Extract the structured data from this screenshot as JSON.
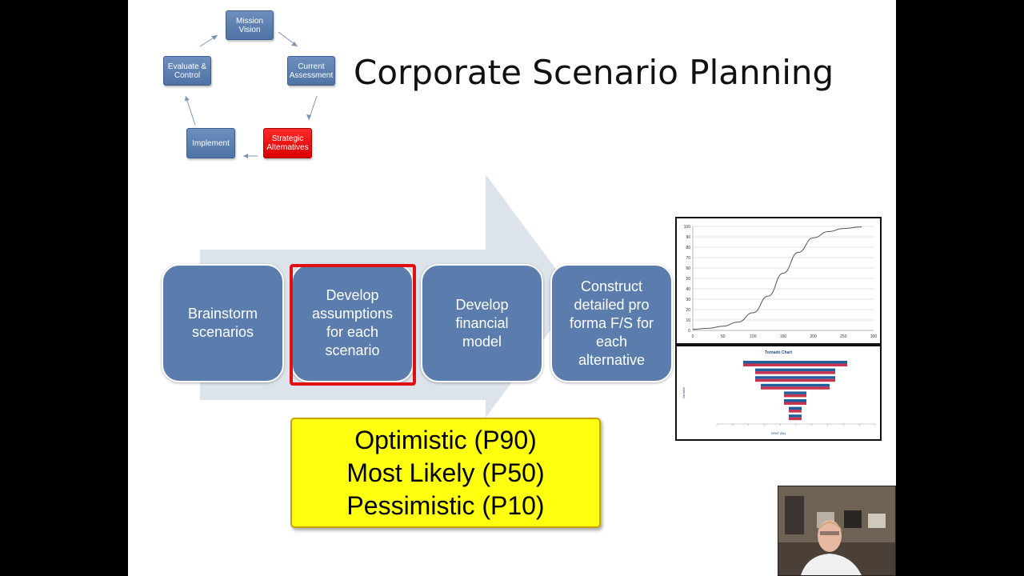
{
  "slide": {
    "title": "Corporate Scenario Planning",
    "cycle": {
      "nodes": [
        {
          "id": "mission",
          "lines": [
            "Mission",
            "Vision"
          ],
          "highlight": false
        },
        {
          "id": "current",
          "lines": [
            "Current",
            "Assessment"
          ],
          "highlight": false
        },
        {
          "id": "strategic",
          "lines": [
            "Strategic",
            "Alternatives"
          ],
          "highlight": true
        },
        {
          "id": "implement",
          "lines": [
            "Implement"
          ],
          "highlight": false
        },
        {
          "id": "evaluate",
          "lines": [
            "Evaluate &",
            "Control"
          ],
          "highlight": false
        }
      ]
    },
    "process_steps": [
      {
        "lines": [
          "Brainstorm",
          "scenarios"
        ],
        "highlighted": false
      },
      {
        "lines": [
          "Develop",
          "assumptions",
          "for each",
          "scenario"
        ],
        "highlighted": true
      },
      {
        "lines": [
          "Develop",
          "financial",
          "model"
        ],
        "highlighted": false
      },
      {
        "lines": [
          "Construct",
          "detailed pro",
          "forma F/S for",
          "each",
          "alternative"
        ],
        "highlighted": false
      }
    ],
    "scenarios": {
      "optimistic": "Optimistic (P90)",
      "most_likely": "Most Likely (P50)",
      "pessimistic": "Pessimistic (P10)"
    },
    "colors": {
      "node_blue": "#5b7dad",
      "highlight_red": "#e01010",
      "arrow_grey": "#dde3ea",
      "callout_yellow": "#ffff10",
      "tornado_red": "#c8344e",
      "tornado_blue": "#1f5fa0"
    }
  },
  "chart_data": [
    {
      "type": "line",
      "title": "",
      "xlabel": "",
      "ylabel": "",
      "x_ticks": [
        "0",
        "50",
        "100",
        "150",
        "200",
        "250",
        "300"
      ],
      "y_ticks": [
        "0",
        "10",
        "20",
        "30",
        "40",
        "50",
        "60",
        "70",
        "80",
        "90",
        "100"
      ],
      "xlim": [
        0,
        300
      ],
      "ylim": [
        0,
        100
      ],
      "grid": true,
      "series": [
        {
          "x": [
            0,
            25,
            50,
            75,
            100,
            125,
            150,
            175,
            200,
            225,
            250,
            280
          ],
          "y": [
            1,
            2,
            4,
            8,
            17,
            33,
            55,
            75,
            89,
            95,
            98,
            99.5
          ]
        }
      ]
    },
    {
      "type": "bar",
      "orientation": "horizontal",
      "title": "Tornado Chart",
      "xlabel": "NPAT ($k)",
      "ylabel": "Variable",
      "categories": [
        "",
        "",
        "",
        "",
        "",
        "",
        "",
        ""
      ],
      "low_values": [
        -65,
        -50,
        -50,
        -43,
        -14,
        -14,
        -8,
        -8
      ],
      "high_values": [
        65,
        50,
        50,
        43,
        14,
        14,
        8,
        8
      ]
    }
  ]
}
